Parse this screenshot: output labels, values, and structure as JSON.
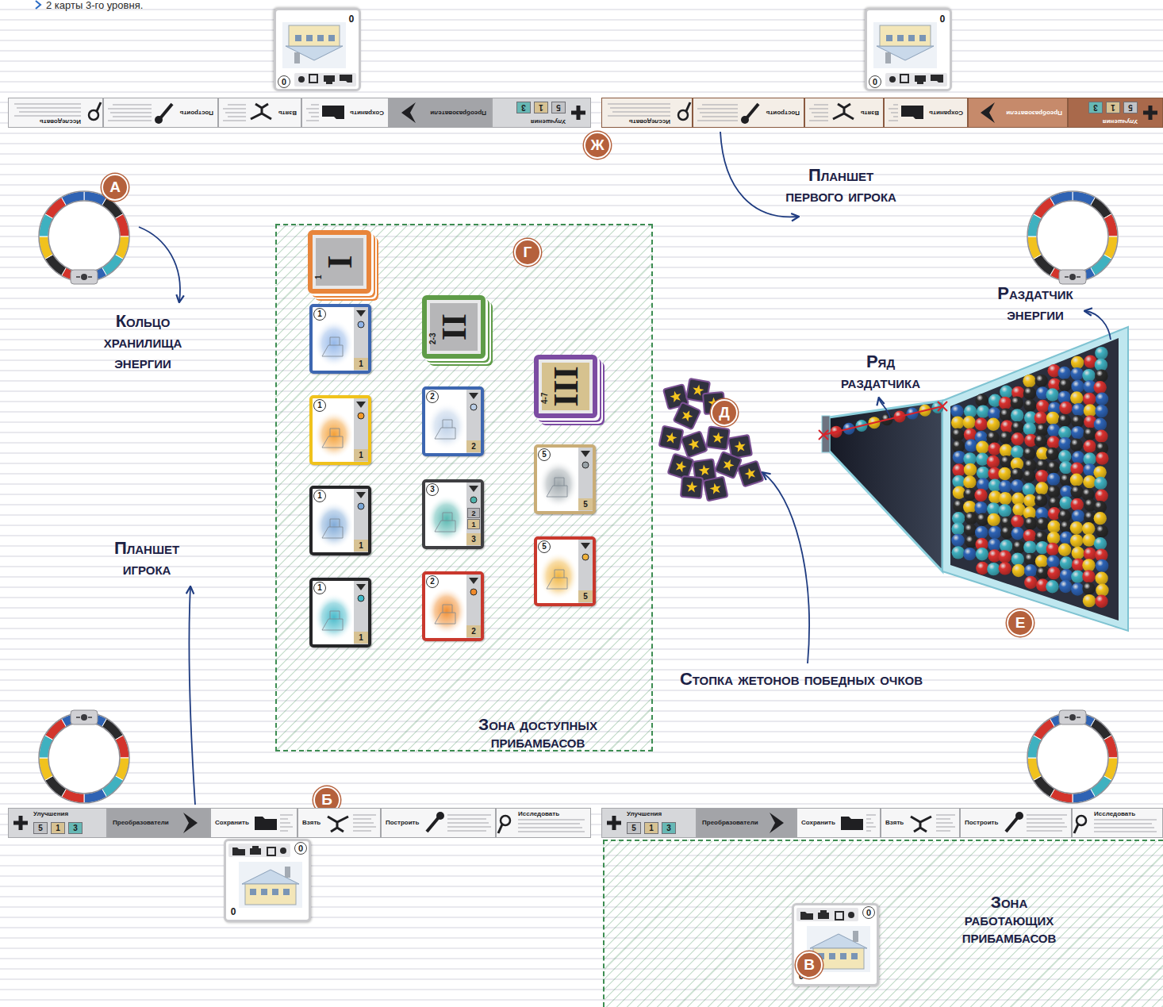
{
  "diagram": {
    "nodes": [
      {
        "text": [
          "0",
          "0"
        ]
      },
      {
        "text": [
          "0",
          "0"
        ]
      },
      {
        "text": [
          "Улучшения",
          "5",
          "1",
          "3",
          "Преобразователи",
          "Сохранить",
          "Взять",
          "Построить",
          "Исследовать"
        ]
      },
      {
        "text": [
          "Улучшения",
          "5",
          "1",
          "3",
          "Преобразователи",
          "Сохранить",
          "Взять",
          "Построить",
          "Исследовать"
        ]
      },
      {
        "text": [
          "Ж"
        ]
      },
      {
        "text": [
          "А"
        ]
      },
      {
        "text": [
          "Зона доступных прибамбасов"
        ]
      },
      {
        "text": [
          "Г"
        ],
        "in": 6
      },
      {
        "text": [
          "1",
          "I"
        ],
        "in": 6
      },
      {
        "text": [
          "2-3",
          "II"
        ],
        "in": 6
      },
      {
        "text": [
          "1",
          "1"
        ],
        "in": 6
      },
      {
        "text": [
          "4-7",
          "III"
        ],
        "in": 6
      },
      {
        "text": [
          "2",
          "2"
        ],
        "in": 6
      },
      {
        "text": [
          "1",
          "1"
        ],
        "in": 6
      },
      {
        "text": [
          "Д"
        ]
      },
      {
        "text": [
          "5",
          "5"
        ],
        "in": 6
      },
      {
        "text": [
          "3",
          "2",
          "1",
          "3"
        ],
        "in": 6
      },
      {
        "text": [
          "1",
          "1"
        ],
        "in": 6
      },
      {
        "text": [
          "5",
          "5"
        ],
        "in": 6
      },
      {
        "text": [
          "2",
          "2"
        ],
        "in": 6
      },
      {
        "text": [
          "1",
          "1"
        ],
        "in": 6
      },
      {
        "text": [
          "Е"
        ]
      },
      {
        "text": [
          "Б"
        ]
      },
      {
        "text": [
          "Улучшения",
          "5",
          "1",
          "3",
          "Преобразователи",
          "Сохранить",
          "Взять",
          "Построить",
          "Исследовать"
        ]
      },
      {
        "text": [
          "Улучшения",
          "5",
          "1",
          "3",
          "Преобразователи",
          "Сохранить",
          "Взять",
          "Построить",
          "Исследовать"
        ]
      },
      {
        "text": [
          "0",
          "0"
        ]
      },
      {
        "text": [
          "Зона работающих прибамбасов"
        ]
      },
      {
        "text": [
          "0",
          "0"
        ],
        "in": 26
      },
      {
        "text": [
          "В"
        ],
        "in": 26
      }
    ],
    "labels": [
      "2 карты 3-го уровня.",
      "Планшет первого игрока",
      "Раздатчик энергии",
      "Кольцо хранилища энергии",
      "Ряд раздатчика",
      "Планшет игрока",
      "Стопка жетонов победных очков"
    ]
  }
}
